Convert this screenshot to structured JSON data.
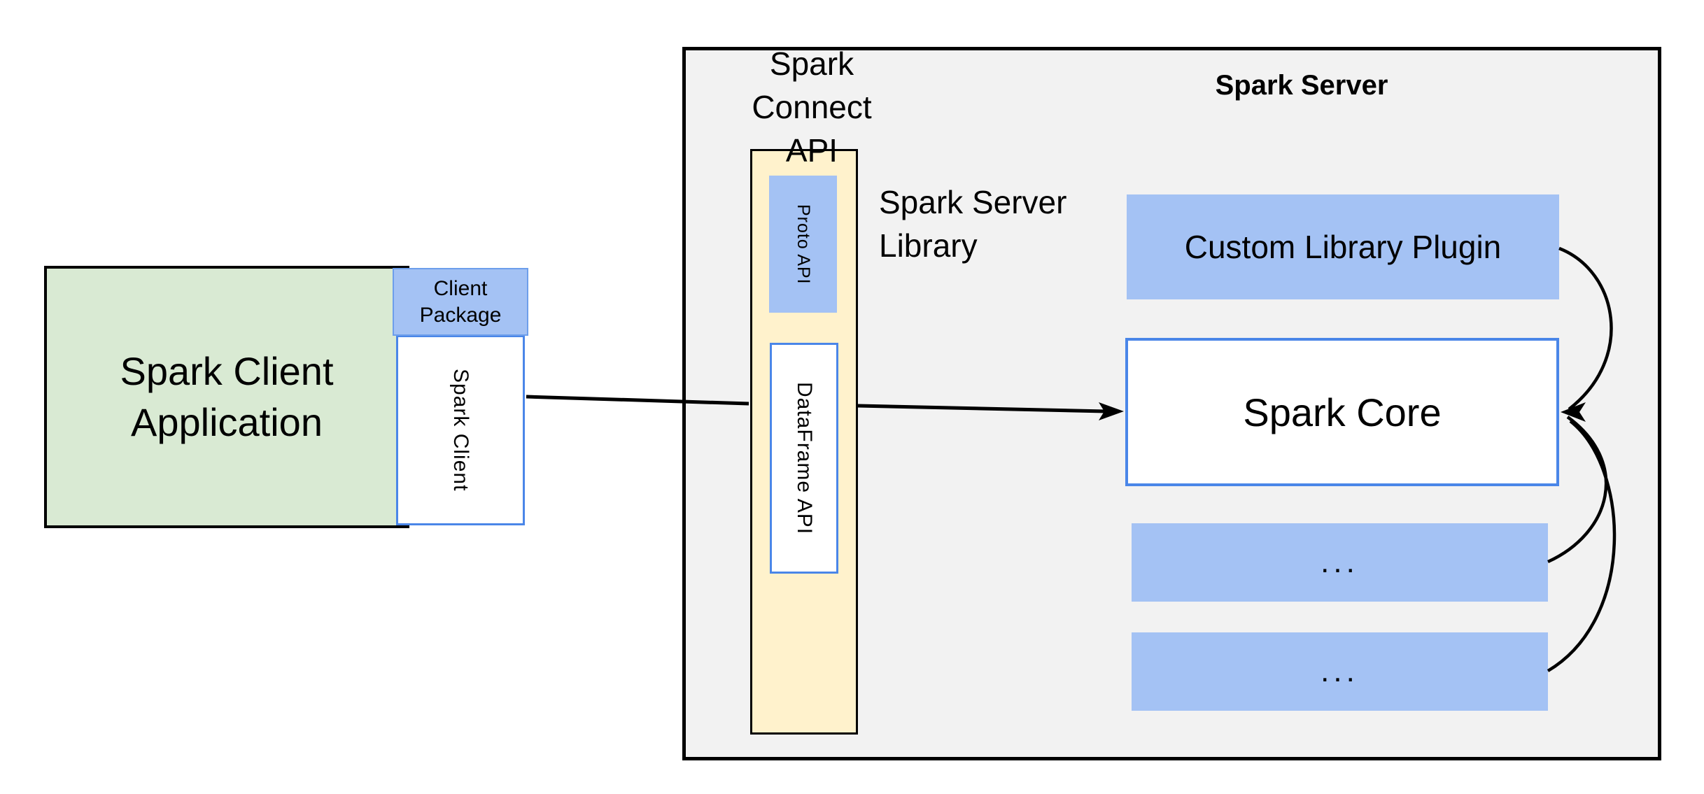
{
  "colors": {
    "green_fill": "#d9ead3",
    "blue_fill": "#a4c2f4",
    "blue_border": "#4a86e8",
    "package_border": "#6d9eeb",
    "yellow_fill": "#fff2cc",
    "server_fill": "#f2f2f2",
    "line_color": "#000000"
  },
  "client": {
    "application_line1": "Spark Client",
    "application_line2": "Application",
    "package_line1": "Client",
    "package_line2": "Package",
    "spark_client_label": "Spark Client"
  },
  "server": {
    "connect_api_line1": "Spark Connect",
    "connect_api_line2": "API",
    "title": "Spark Server",
    "library_line1": "Spark Server",
    "library_line2": "Library",
    "proto_api_label": "Proto API",
    "dataframe_api_label": "DataFrame API",
    "custom_plugin_label": "Custom Library Plugin",
    "spark_core_label": "Spark Core",
    "ellipsis1_label": "...",
    "ellipsis2_label": "..."
  }
}
